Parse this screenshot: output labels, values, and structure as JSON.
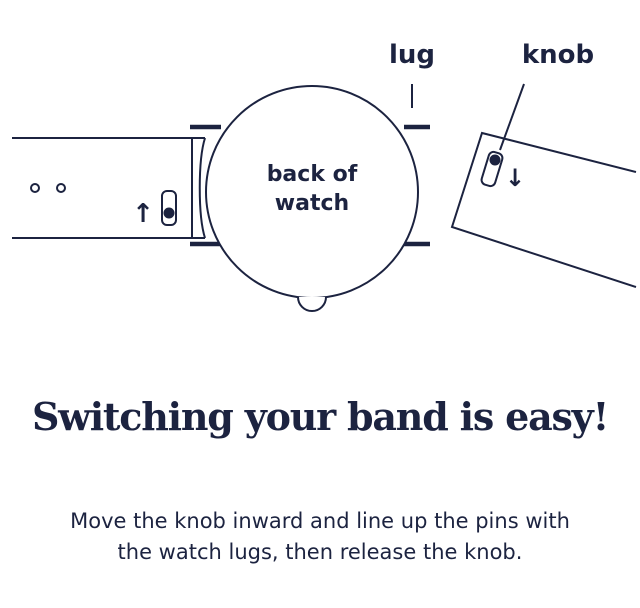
{
  "colors": {
    "ink": "#1c2340",
    "background": "#ffffff"
  },
  "diagram": {
    "labels": {
      "lug": "lug",
      "knob": "knob",
      "back_of_watch_line1": "back of",
      "back_of_watch_line2": "watch"
    },
    "icons": {
      "up_arrow": "↑",
      "down_arrow": "↓"
    }
  },
  "headline": "Switching your band is easy!",
  "instructions": {
    "line1": "Move the knob inward and line up the pins with",
    "line2": "the watch lugs, then release the knob."
  }
}
